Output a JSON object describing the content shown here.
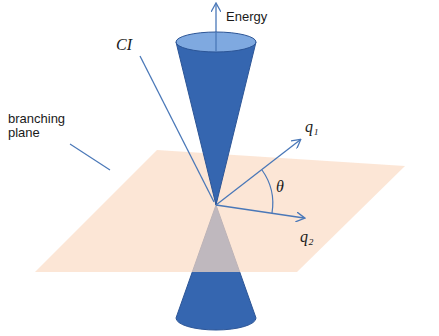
{
  "diagram": {
    "labels": [
      "Energy",
      "CI",
      "q₁",
      "θ",
      "q₂",
      "branching plane"
    ]
  }
}
